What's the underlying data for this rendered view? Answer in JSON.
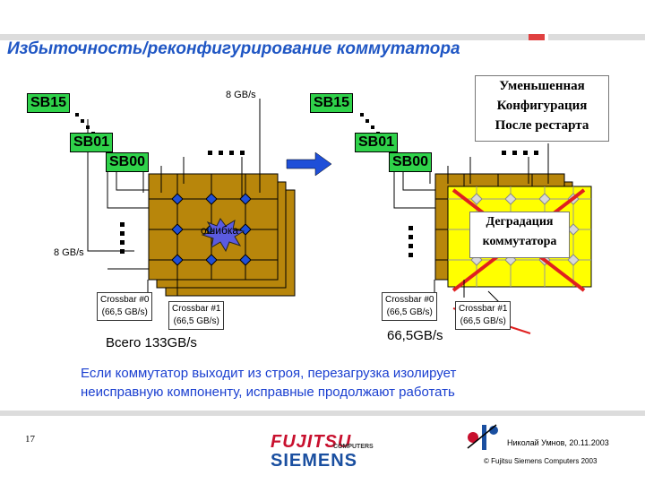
{
  "slide": {
    "title": "Избыточность/реконфигурирование коммутатора",
    "page_number": "17"
  },
  "left": {
    "sb_top": "SB15",
    "sb_mid": "SB01",
    "sb_bot": "SB00",
    "bw_top": "8 GB/s",
    "bw_left": "8 GB/s",
    "error_label": "ошибка",
    "xbar0": [
      "Crossbar #0",
      "(66,5 GB/s)"
    ],
    "xbar1": [
      "Crossbar #1",
      "(66,5 GB/s)"
    ],
    "total": "Всего 133GB/s"
  },
  "right": {
    "sb_top": "SB15",
    "sb_mid": "SB01",
    "sb_bot": "SB00",
    "reduced_config": [
      "Уменьшенная",
      "Конфигурация",
      "После рестарта"
    ],
    "degradation": [
      "Деградация",
      "коммутатора"
    ],
    "xbar0": [
      "Crossbar #0",
      "(66,5 GB/s)"
    ],
    "xbar1": [
      "Crossbar #1",
      "(66,5 GB/s)"
    ],
    "total": "66,5GB/s"
  },
  "note": [
    "Если коммутатор выходит из строя, перезагрузка изолирует",
    "неисправную компоненту, исправные продолжают работать"
  ],
  "footer": {
    "logo_fujitsu": "FUJITSU",
    "logo_computers": "COMPUTERS",
    "logo_siemens": "SIEMENS",
    "author": "Николай Умнов, 20.11.2003",
    "copyright": "© Fujitsu Siemens Computers 2003"
  },
  "colors": {
    "title": "#1f56c4",
    "sb_box": "#2fd24a",
    "crossbar_dark": "#b8860b",
    "crossbar_yellow": "#ffff00",
    "node": "#1f4fd8",
    "note": "#1a3fd0",
    "failed_cross": "#e02020"
  }
}
